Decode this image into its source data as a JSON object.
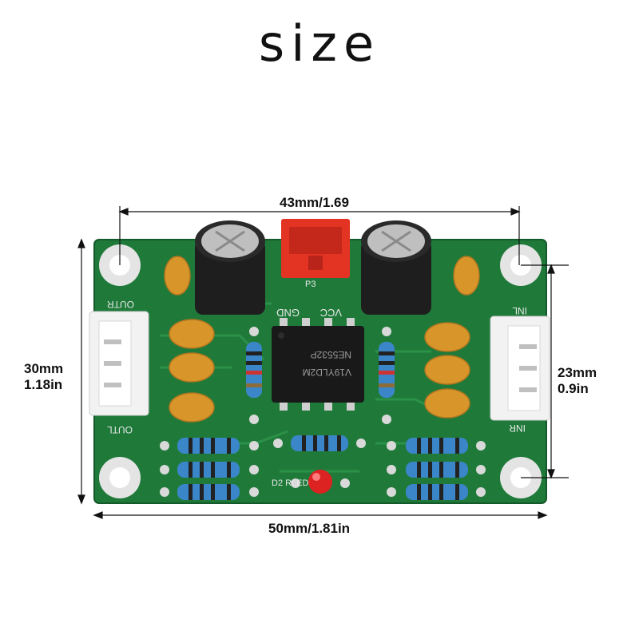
{
  "title": "size",
  "dimensions": {
    "top": "43mm/1.69",
    "bottom": "50mm/1.81in",
    "left_mm": "30mm",
    "left_in": "1.18in",
    "right_mm": "23mm",
    "right_in": "0.9in"
  },
  "board_silkscreen": {
    "p3": "P3",
    "gnd": "GND",
    "vcc": "VCC",
    "outr": "OUTR",
    "outl": "OUTL",
    "inl": "INL",
    "inr": "INR",
    "d2_rled": "D2 RLED",
    "chip_line1": "NE5532P",
    "chip_line2": "V19YLD2M"
  },
  "colors": {
    "pcb": "#1f7a3a",
    "capacitor": "#d8962a",
    "connector": "#ee3322",
    "led": "#dd2222"
  }
}
